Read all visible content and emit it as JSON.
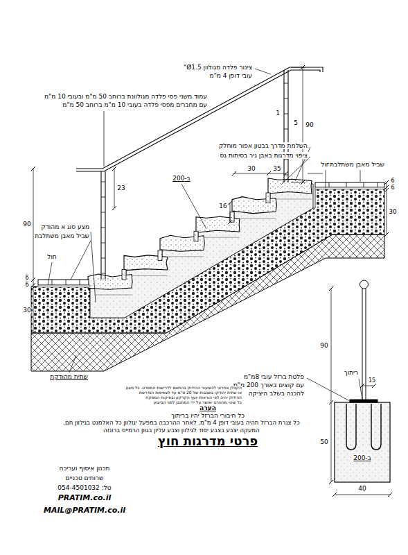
{
  "diagram": {
    "title": "פרטי מדרגות חוץ",
    "labels": [
      "צינור פלדה מגולוון Ø1.5\"",
      "עובי דופן 4 מ\"מ",
      "עמוד משני פסי פלדה מגולוונת ברוחב 50 מ\"מ ובעובי 10 מ\"מ",
      "עם מחברים מפסי פלדה בעובי 10 מ\"מ ברוחב 50 מ\"מ",
      "השלמת מדרך בבטון אפור מוחלק",
      "ציפוי מדרגות באבן גיר בסיתות גס",
      "ב-200",
      "חול",
      "שביל מאבן משתלבת",
      "חול",
      "מצע סוג א מהודק",
      "שביל מאבן משתלבת",
      "שתית מהודקת",
      "30",
      "35",
      "1",
      "5",
      "90",
      "23",
      "16",
      "90",
      "6",
      "6",
      "30",
      "6",
      "6",
      "30",
      "90",
      "ריתוך",
      "15",
      "50",
      "ב-200",
      "40",
      "פלטת ברזל עובי 8מ\"מ",
      "עם קוצים באורך 200 מ\"מ",
      "להכנה בשלב היציקה",
      "הקבלן אחראי לכשיעור ההידוק בהתאם לדרישות המפרט. כל מצע",
      "או שתית יהודקו בשכבות של 20 ס\"מ עד לצפיפות הנדרשת",
      "ההידוק יהיה לפי הוראות יועץ הקרקע ובפיקוח המפקח",
      "כל שינוי מהפרט יאושר על ידי המתכנן לפני הביצוע",
      "הערה",
      "כל חיבורי הברזל יהיו בריתוך",
      "כל צנרת הברזל תהיה בעובי דופן 4 מ\"מ. לאחר ההרכבה במפעל יגולוון כל האלמנט בגילוון חם.",
      "המעקה יצבע בצבע יסוד לגילוון וצבע עליון בגוון הרמייס ברונזה",
      "תכנון איסוף ועריכה",
      "שרותים טכניים",
      "טל: 054-4501032",
      "PRATIM.co.il",
      "MAIL@PRATIM.co.il"
    ]
  }
}
